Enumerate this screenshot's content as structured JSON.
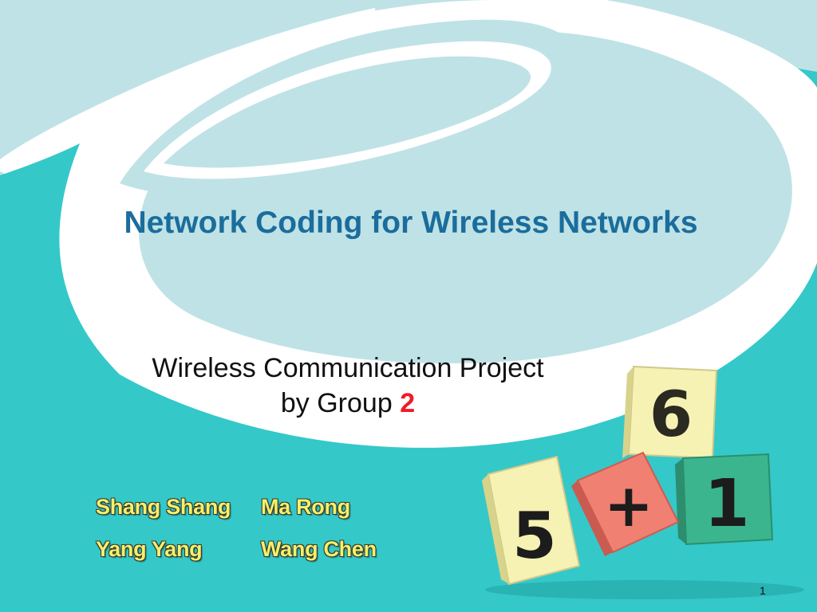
{
  "slide": {
    "title": "Network Coding for Wireless Networks",
    "subtitle_line1": "Wireless Communication Project",
    "subtitle_prefix": "by Group ",
    "group_number": "2",
    "authors": [
      "Shang Shang",
      "Ma Rong",
      "Yang Yang",
      "Wang Chen"
    ],
    "blocks": {
      "top": "6",
      "left": "5",
      "middle": "+",
      "right": "1"
    },
    "page_number": "1"
  },
  "colors": {
    "background_teal": "#34c8c9",
    "swirl_light": "#b9e0e4",
    "title_blue": "#1a6d9c",
    "group_red": "#ee1c24",
    "author_yellow": "#f4f06b"
  }
}
